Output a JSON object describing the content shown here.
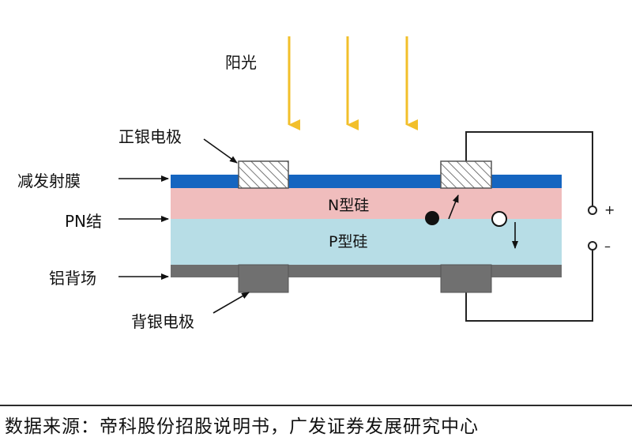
{
  "diagram": {
    "sunlight_label": "阳光",
    "front_electrode_label": "正银电极",
    "antireflective_label": "减发射膜",
    "pn_junction_label": "PN结",
    "aluminum_field_label": "铝背场",
    "back_electrode_label": "背银电极",
    "n_layer_label": "N型硅",
    "p_layer_label": "P型硅",
    "plus_label": "+",
    "minus_label": "–"
  },
  "colors": {
    "sun_arrow": "#f2bf2a",
    "antireflective": "#1565c0",
    "n_layer": "#f0bdbd",
    "p_layer": "#b7dde6",
    "aluminum": "#6e6e6e",
    "back_electrode": "#707070"
  },
  "footer": {
    "source": "数据来源：帝科股份招股说明书，广发证券发展研究中心"
  }
}
